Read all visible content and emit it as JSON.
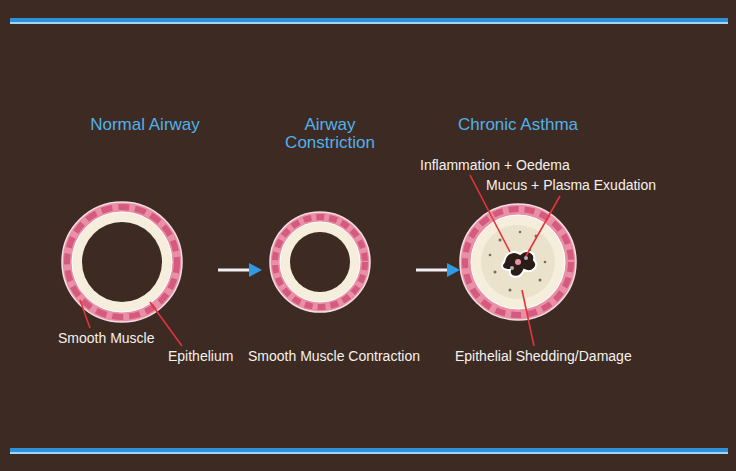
{
  "diagram": {
    "nodes": [
      {
        "text": [
          "Normal Airway"
        ]
      },
      {
        "text": [
          "Airway Constriction"
        ]
      },
      {
        "text": [
          "Chronic Asthma"
        ]
      }
    ],
    "edges": [
      {
        "from": 0,
        "to": 1,
        "arrow": "to"
      },
      {
        "from": 1,
        "to": 2,
        "arrow": "to"
      }
    ],
    "labels": [
      "Smooth Muscle",
      "Epithelium",
      "Smooth Muscle Contraction",
      "Inflammation + Oedema",
      "Mucus + Plasma Exudation",
      "Epithelial Shedding/Damage"
    ]
  }
}
